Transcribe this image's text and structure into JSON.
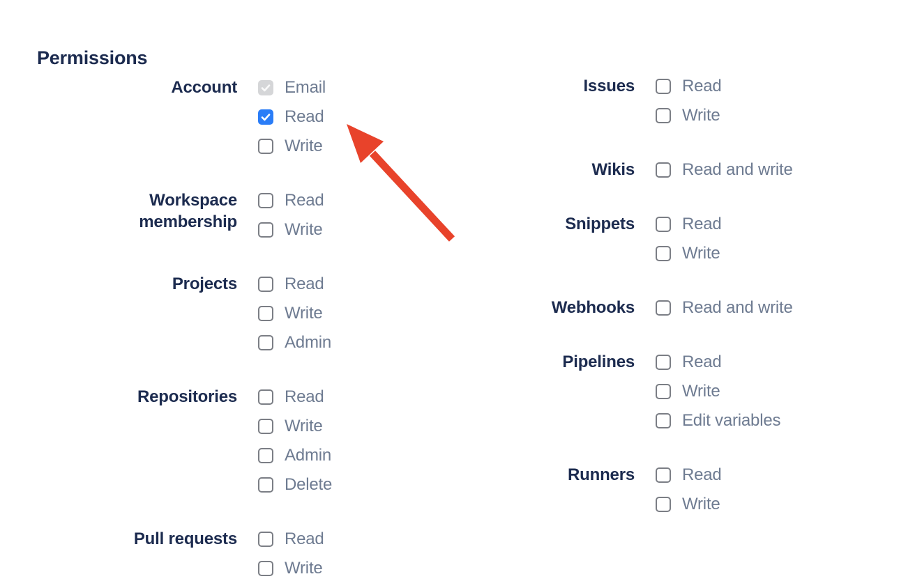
{
  "heading": {
    "text": "Permissions"
  },
  "permissions": {
    "columns": [
      {
        "side": "left",
        "groups": [
          {
            "label": "Account",
            "options": [
              {
                "label": "Email",
                "state": "checked-disabled"
              },
              {
                "label": "Read",
                "state": "checked"
              },
              {
                "label": "Write",
                "state": "unchecked"
              }
            ]
          },
          {
            "label": "Workspace membership",
            "options": [
              {
                "label": "Read",
                "state": "unchecked"
              },
              {
                "label": "Write",
                "state": "unchecked"
              }
            ]
          },
          {
            "label": "Projects",
            "options": [
              {
                "label": "Read",
                "state": "unchecked"
              },
              {
                "label": "Write",
                "state": "unchecked"
              },
              {
                "label": "Admin",
                "state": "unchecked"
              }
            ]
          },
          {
            "label": "Repositories",
            "options": [
              {
                "label": "Read",
                "state": "unchecked"
              },
              {
                "label": "Write",
                "state": "unchecked"
              },
              {
                "label": "Admin",
                "state": "unchecked"
              },
              {
                "label": "Delete",
                "state": "unchecked"
              }
            ]
          },
          {
            "label": "Pull requests",
            "options": [
              {
                "label": "Read",
                "state": "unchecked"
              },
              {
                "label": "Write",
                "state": "unchecked"
              }
            ]
          }
        ]
      },
      {
        "side": "right",
        "groups": [
          {
            "label": "Issues",
            "options": [
              {
                "label": "Read",
                "state": "unchecked"
              },
              {
                "label": "Write",
                "state": "unchecked"
              }
            ]
          },
          {
            "label": "Wikis",
            "options": [
              {
                "label": "Read and write",
                "state": "unchecked"
              }
            ]
          },
          {
            "label": "Snippets",
            "options": [
              {
                "label": "Read",
                "state": "unchecked"
              },
              {
                "label": "Write",
                "state": "unchecked"
              }
            ]
          },
          {
            "label": "Webhooks",
            "options": [
              {
                "label": "Read and write",
                "state": "unchecked"
              }
            ]
          },
          {
            "label": "Pipelines",
            "options": [
              {
                "label": "Read",
                "state": "unchecked"
              },
              {
                "label": "Write",
                "state": "unchecked"
              },
              {
                "label": "Edit variables",
                "state": "unchecked"
              }
            ]
          },
          {
            "label": "Runners",
            "options": [
              {
                "label": "Read",
                "state": "unchecked"
              },
              {
                "label": "Write",
                "state": "unchecked"
              }
            ]
          }
        ]
      }
    ]
  },
  "annotation": {
    "arrow_color": "#E8432B",
    "arrow_points_at": "account-read-checkbox"
  },
  "colors": {
    "background": "#FFFFFF",
    "heading_text": "#1C2B4F",
    "group_label_text": "#1C2B4F",
    "option_label_text": "#6E7B91",
    "checkbox_border": "#7B7E85",
    "checkbox_checked_bg": "#2A7DF7",
    "checkbox_disabled_bg": "#D5D6D8",
    "checkmark": "#FFFFFF"
  }
}
